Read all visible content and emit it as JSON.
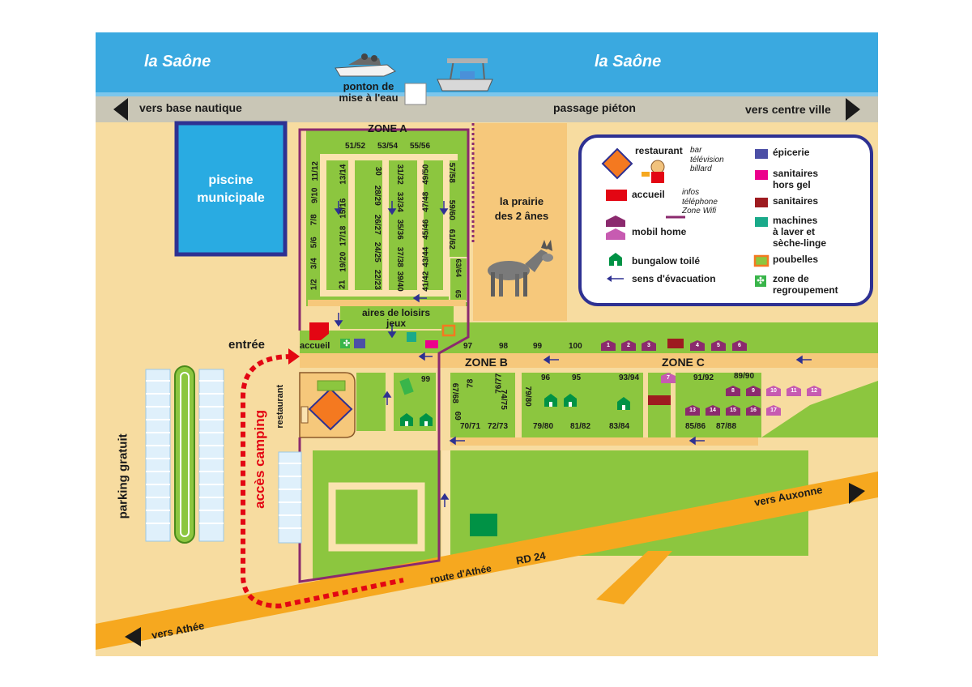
{
  "river": {
    "label_left": "la Saône",
    "label_right": "la Saône"
  },
  "top_path": {
    "left": "vers base nautique",
    "middle": "passage piéton",
    "right": "vers centre ville",
    "ponton": "ponton de\nmise à l'eau"
  },
  "pool": {
    "label": "piscine\nmunicipale"
  },
  "zones": {
    "a": "ZONE A",
    "b": "ZONE B",
    "c": "ZONE C"
  },
  "zone_a": {
    "top_row": [
      "51/52",
      "53/54",
      "55/56"
    ],
    "col1": [
      "11/12",
      "9/10",
      "7/8",
      "5/6",
      "3/4",
      "1/2"
    ],
    "col2": [
      "13/14",
      "15/16",
      "17/18",
      "19/20",
      "21"
    ],
    "col3": [
      "30",
      "28/29",
      "26/27",
      "24/25",
      "22/23"
    ],
    "col4": [
      "31/32",
      "33/34",
      "35/36",
      "37/38",
      "39/40"
    ],
    "col5": [
      "49/50",
      "47/48",
      "45/46",
      "43/44",
      "41/42"
    ],
    "col6": [
      "57/58",
      "59/60",
      "61/62"
    ],
    "col6b": [
      "63/64",
      "65"
    ],
    "leisure": "aires de loisirs\njeux"
  },
  "prairie": "la prairie\ndes 2 ânes",
  "entrance": "entrée",
  "accueil": "accueil",
  "restaurant_v": "restaurant",
  "access": "accès camping",
  "parking": "parking gratuit",
  "row_top": [
    "97",
    "98",
    "99",
    "100"
  ],
  "zone_b": {
    "n99": "99",
    "c1": [
      "67/68",
      "69"
    ],
    "c2": [
      "76/77",
      "78"
    ],
    "c3": "74/75",
    "bot": [
      "70/71",
      "72/73"
    ]
  },
  "zone_c": {
    "r1": [
      "96",
      "95",
      "93/94",
      "91/92",
      "89/90"
    ],
    "r1b": "79/80",
    "bot": [
      "79/80",
      "81/82",
      "83/84",
      "85/86",
      "87/88"
    ],
    "mobil_row1": [
      "1",
      "2",
      "3",
      "4",
      "5",
      "6"
    ],
    "mobil_7": "7",
    "mobil_row2": [
      "8",
      "9",
      "10",
      "11",
      "12"
    ],
    "mobil_row3": [
      "13",
      "14",
      "15",
      "16",
      "17"
    ]
  },
  "roads": {
    "auxonne": "vers Auxonne",
    "rd24": "RD 24",
    "athee_route": "route d'Athée",
    "athee": "vers Athée"
  },
  "legend": {
    "restaurant": "restaurant",
    "bar": "bar\ntélévision\nbillard",
    "epicerie": "épicerie",
    "sanitaires_hg": "sanitaires\nhors gel",
    "accueil": "accueil",
    "infos": "infos\ntéléphone\nZone Wifi",
    "sanitaires": "sanitaires",
    "mobil": "mobil home",
    "machines": "machines\nà laver et\nsèche-linge",
    "bungalow": "bungalow toilé",
    "poubelles": "poubelles",
    "evac": "sens d'évacuation",
    "regroup": "zone de\nregroupement"
  },
  "colors": {
    "sea": "#3aa9e0",
    "sand": "#f7dca0",
    "orange_area": "#f6c87b",
    "grass": "#8cc63f",
    "path": "#fbe3b0",
    "road": "#f6a81f",
    "purple": "#8b2a6e",
    "pool": "#29abe2",
    "pool_border": "#2e3192",
    "legend_border": "#2e3192"
  }
}
